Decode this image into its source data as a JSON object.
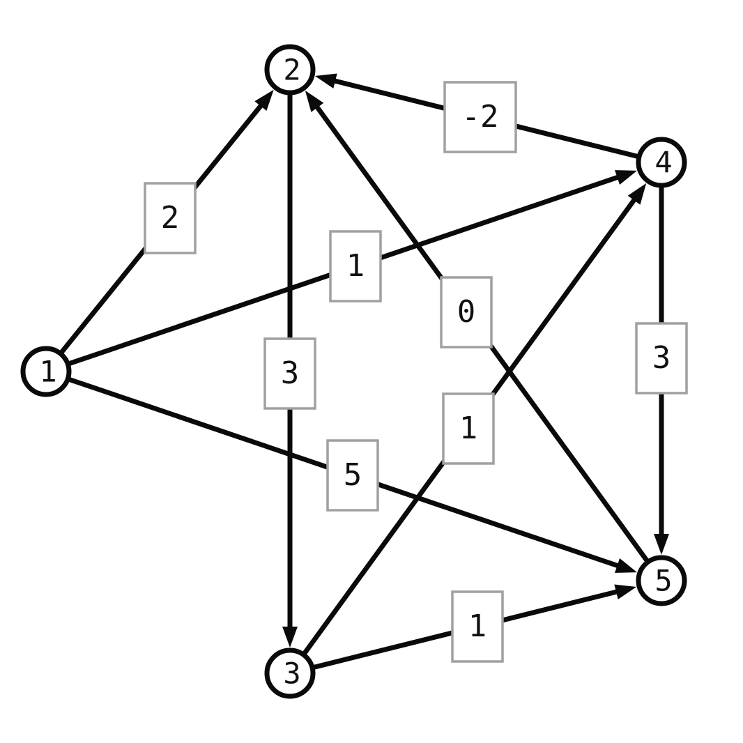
{
  "graph": {
    "directed": true,
    "nodes": [
      {
        "id": "1",
        "label": "1"
      },
      {
        "id": "2",
        "label": "2"
      },
      {
        "id": "3",
        "label": "3"
      },
      {
        "id": "4",
        "label": "4"
      },
      {
        "id": "5",
        "label": "5"
      }
    ],
    "edges": [
      {
        "from": "1",
        "to": "2",
        "weight": "2"
      },
      {
        "from": "1",
        "to": "4",
        "weight": "1"
      },
      {
        "from": "1",
        "to": "5",
        "weight": "5"
      },
      {
        "from": "2",
        "to": "3",
        "weight": "3"
      },
      {
        "from": "4",
        "to": "2",
        "weight": "-2"
      },
      {
        "from": "5",
        "to": "2",
        "weight": "0"
      },
      {
        "from": "3",
        "to": "4",
        "weight": "1"
      },
      {
        "from": "4",
        "to": "5",
        "weight": "3"
      },
      {
        "from": "3",
        "to": "5",
        "weight": "1"
      }
    ]
  },
  "colors": {
    "edge": "#0a0a0a",
    "node_stroke": "#0a0a0a",
    "label_box_stroke": "#a0a0a0",
    "background": "#ffffff"
  }
}
